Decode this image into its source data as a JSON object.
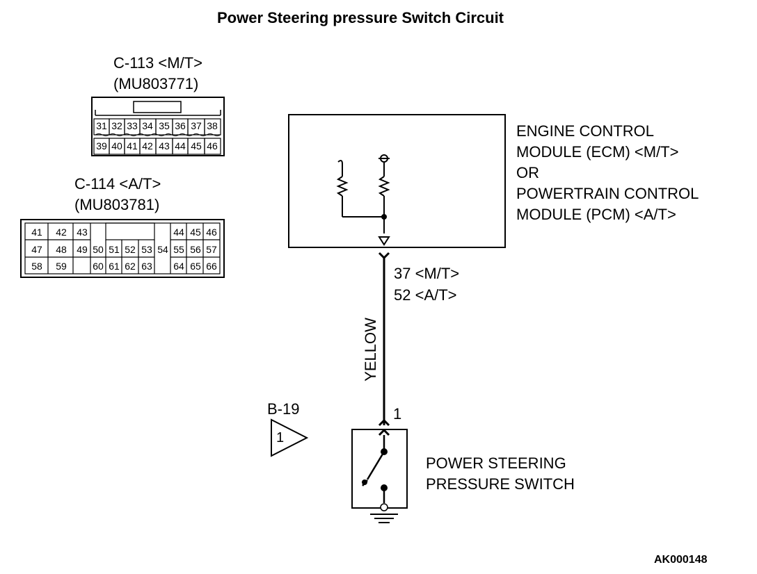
{
  "title": "Power Steering pressure Switch Circuit",
  "connector_c113": {
    "label": "C-113 <M/T>",
    "part": "(MU803771)",
    "pins_row1": [
      "31",
      "32",
      "33",
      "34",
      "35",
      "36",
      "37",
      "38"
    ],
    "pins_row2": [
      "39",
      "40",
      "41",
      "42",
      "43",
      "44",
      "45",
      "46"
    ]
  },
  "connector_c114": {
    "label": "C-114 <A/T>",
    "part": "(MU803781)",
    "row1_left": [
      "41",
      "42",
      "43"
    ],
    "row1_right": [
      "44",
      "45",
      "46"
    ],
    "row2": [
      "47",
      "48",
      "49",
      "50",
      "51",
      "52",
      "53",
      "54",
      "55",
      "56",
      "57"
    ],
    "row3_left": [
      "58",
      "59"
    ],
    "row3_mid": [
      "60",
      "61",
      "62",
      "63"
    ],
    "row3_right": [
      "64",
      "65",
      "66"
    ]
  },
  "ecm": {
    "line1": "ENGINE CONTROL",
    "line2": "MODULE (ECM) <M/T>",
    "line3": "OR",
    "line4": "POWERTRAIN CONTROL",
    "line5": "MODULE (PCM) <A/T>"
  },
  "terminal_mt": "37 <M/T>",
  "terminal_at": "52 <A/T>",
  "wire_color": "YELLOW",
  "switch_pin": "1",
  "connector_b19": {
    "label": "B-19",
    "pin": "1"
  },
  "switch": {
    "line1": "POWER STEERING",
    "line2": "PRESSURE SWITCH"
  },
  "figure_code": "AK000148"
}
